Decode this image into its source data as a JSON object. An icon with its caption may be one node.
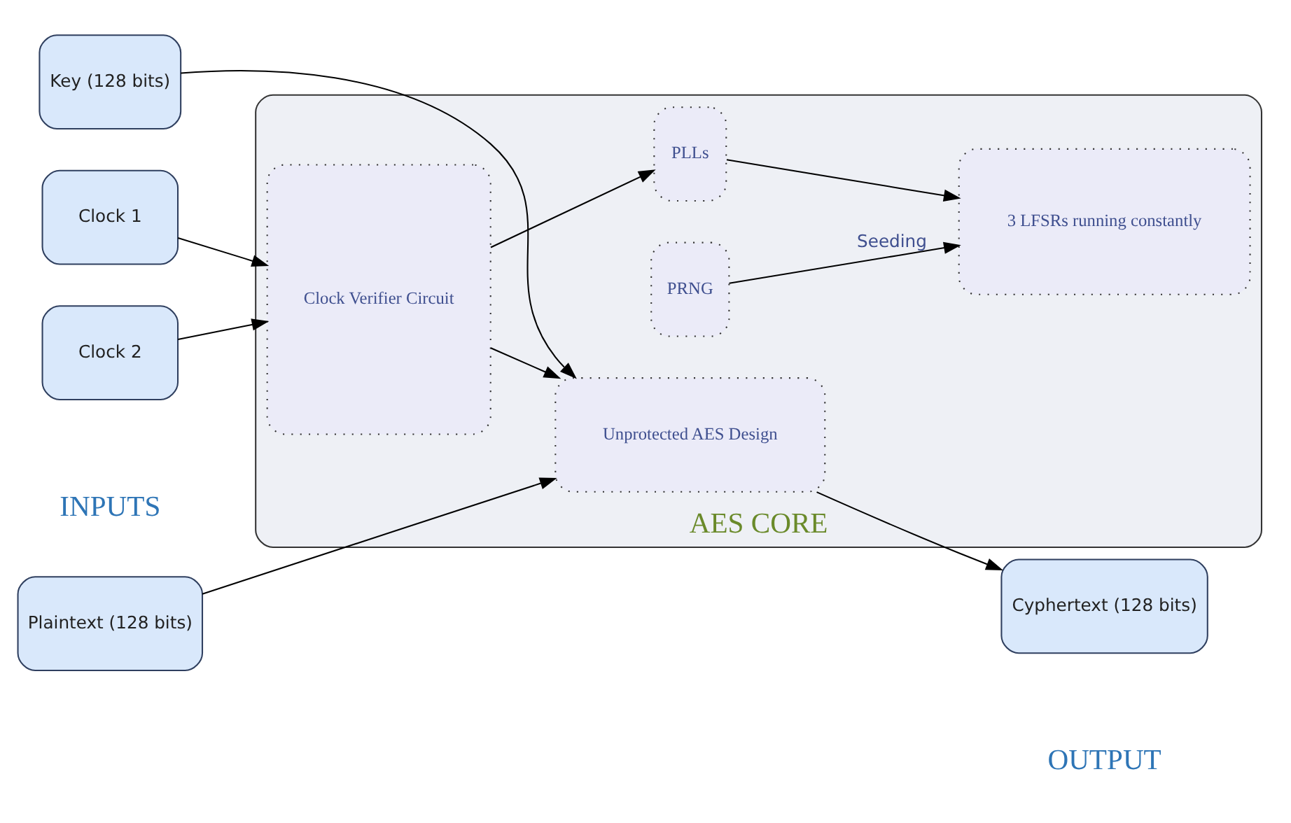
{
  "diagram": {
    "nodes": [
      {
        "text": [
          "Key (128 bits)"
        ]
      },
      {
        "text": [
          "Plaintext (128 bits)"
        ]
      },
      {
        "text": [
          "Clock 1"
        ]
      },
      {
        "text": [
          "Clock 2"
        ]
      },
      {
        "text": [
          "AES CORE"
        ]
      },
      {
        "text": [
          "Unprotected AES Design"
        ],
        "in": 4
      },
      {
        "text": [
          "Clock Verifier Circuit"
        ],
        "in": 4
      },
      {
        "text": [
          "PLLs"
        ],
        "in": 4
      },
      {
        "text": [
          "3 LFSRs running constantly"
        ],
        "in": 4
      },
      {
        "text": [
          "PRNG"
        ],
        "in": 4
      },
      {
        "text": [
          "Cyphertext (128 bits)"
        ]
      }
    ],
    "edges": [
      {
        "from": 0,
        "to": 5,
        "arrow": "to"
      },
      {
        "from": 1,
        "to": 5,
        "arrow": "to"
      },
      {
        "from": 6,
        "to": 5,
        "arrow": "to"
      },
      {
        "from": 2,
        "to": 6,
        "arrow": "to"
      },
      {
        "from": 3,
        "to": 6,
        "arrow": "to"
      },
      {
        "from": 6,
        "to": 7,
        "arrow": "to"
      },
      {
        "from": 7,
        "to": 8,
        "arrow": "to"
      },
      {
        "from": 9,
        "to": 8,
        "arrow": "to",
        "label": "Seeding"
      },
      {
        "from": 5,
        "to": 10,
        "arrow": "to"
      }
    ],
    "labels": [
      "INPUTS",
      "OUTPUT"
    ]
  }
}
